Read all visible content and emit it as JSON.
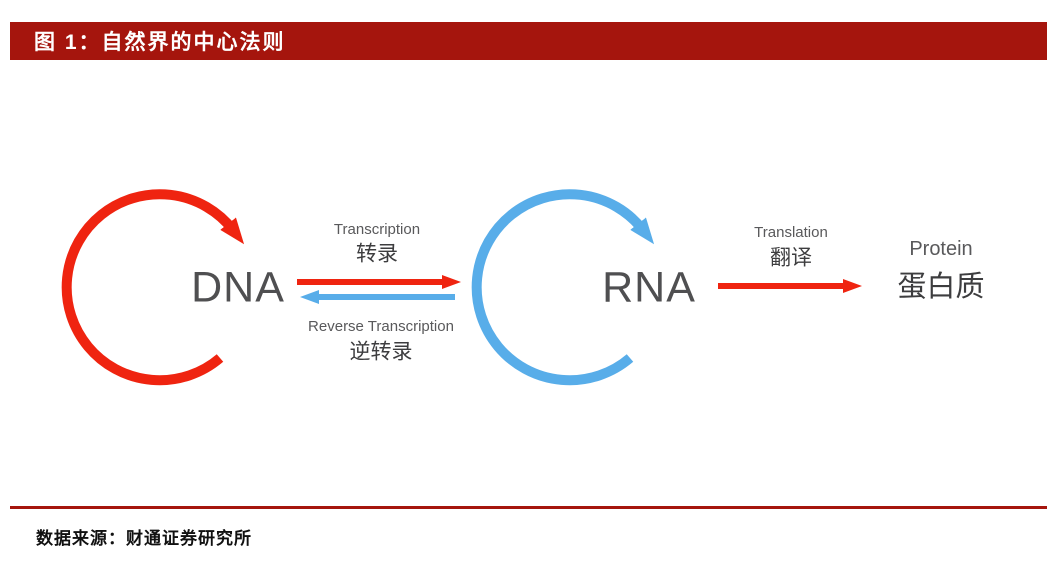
{
  "figure": {
    "title": "图 1：自然界的中心法则"
  },
  "diagram": {
    "nodes": {
      "dna": "DNA",
      "rna": "RNA",
      "protein_en": "Protein",
      "protein_zh": "蛋白质"
    },
    "processes": {
      "transcription_en": "Transcription",
      "transcription_zh": "转录",
      "reverse_transcription_en": "Reverse Transcription",
      "reverse_transcription_zh": "逆转录",
      "translation_en": "Translation",
      "translation_zh": "翻译"
    },
    "colors": {
      "red": "#EF2410",
      "blue": "#58ADE9"
    }
  },
  "footer": {
    "source": "数据来源：财通证券研究所"
  },
  "theme": {
    "header_bg": "#A5150D",
    "header_text": "#FFFFFF",
    "rule_color": "#A5150D"
  }
}
